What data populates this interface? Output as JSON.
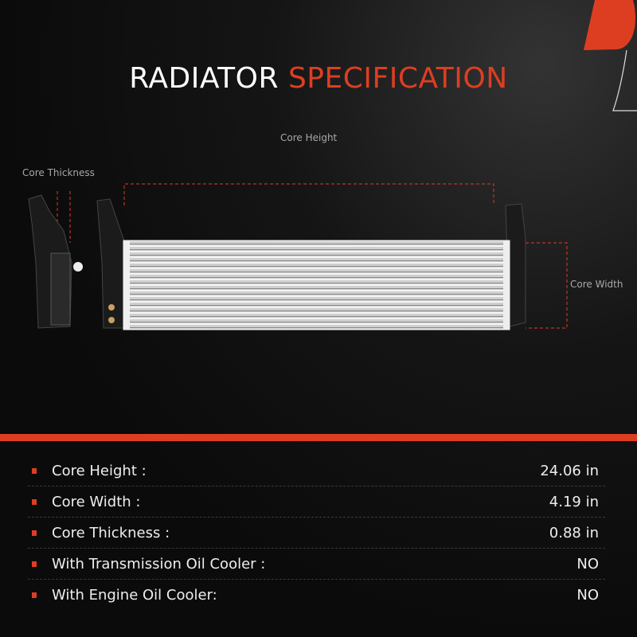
{
  "title": {
    "part1": "RADIATOR",
    "part2": "SPECIFICATION"
  },
  "diagram": {
    "core_height_label": "Core Height",
    "core_thickness_label": "Core Thickness",
    "core_width_label": "Core Width"
  },
  "specs": [
    {
      "label": "Core Height :",
      "value": "24.06 in"
    },
    {
      "label": "Core Width :",
      "value": "4.19 in"
    },
    {
      "label": "Core Thickness :",
      "value": "0.88 in"
    },
    {
      "label": "With Transmission Oil Cooler :",
      "value": "NO"
    },
    {
      "label": "With Engine Oil Cooler:",
      "value": "NO"
    }
  ],
  "colors": {
    "accent": "#dd3e22",
    "background": "#111111"
  }
}
